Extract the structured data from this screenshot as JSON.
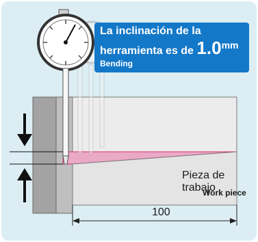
{
  "callout": {
    "text_es": "La inclinación de la",
    "text_es_2": "herramienta es de",
    "value": "1.0",
    "unit": "mm",
    "text_en": "Bending"
  },
  "workpiece": {
    "label_es": "Pieza de trabajo",
    "label_en": "Work piece"
  },
  "dimension": {
    "value": "100"
  },
  "colors": {
    "background_panel": "#dceef4",
    "callout": "#1478c8",
    "block": "#a0a0a0",
    "workpiece": "#e4e4e4",
    "highlight": "#e8a0c0",
    "highlight_line": "#d8326c"
  }
}
